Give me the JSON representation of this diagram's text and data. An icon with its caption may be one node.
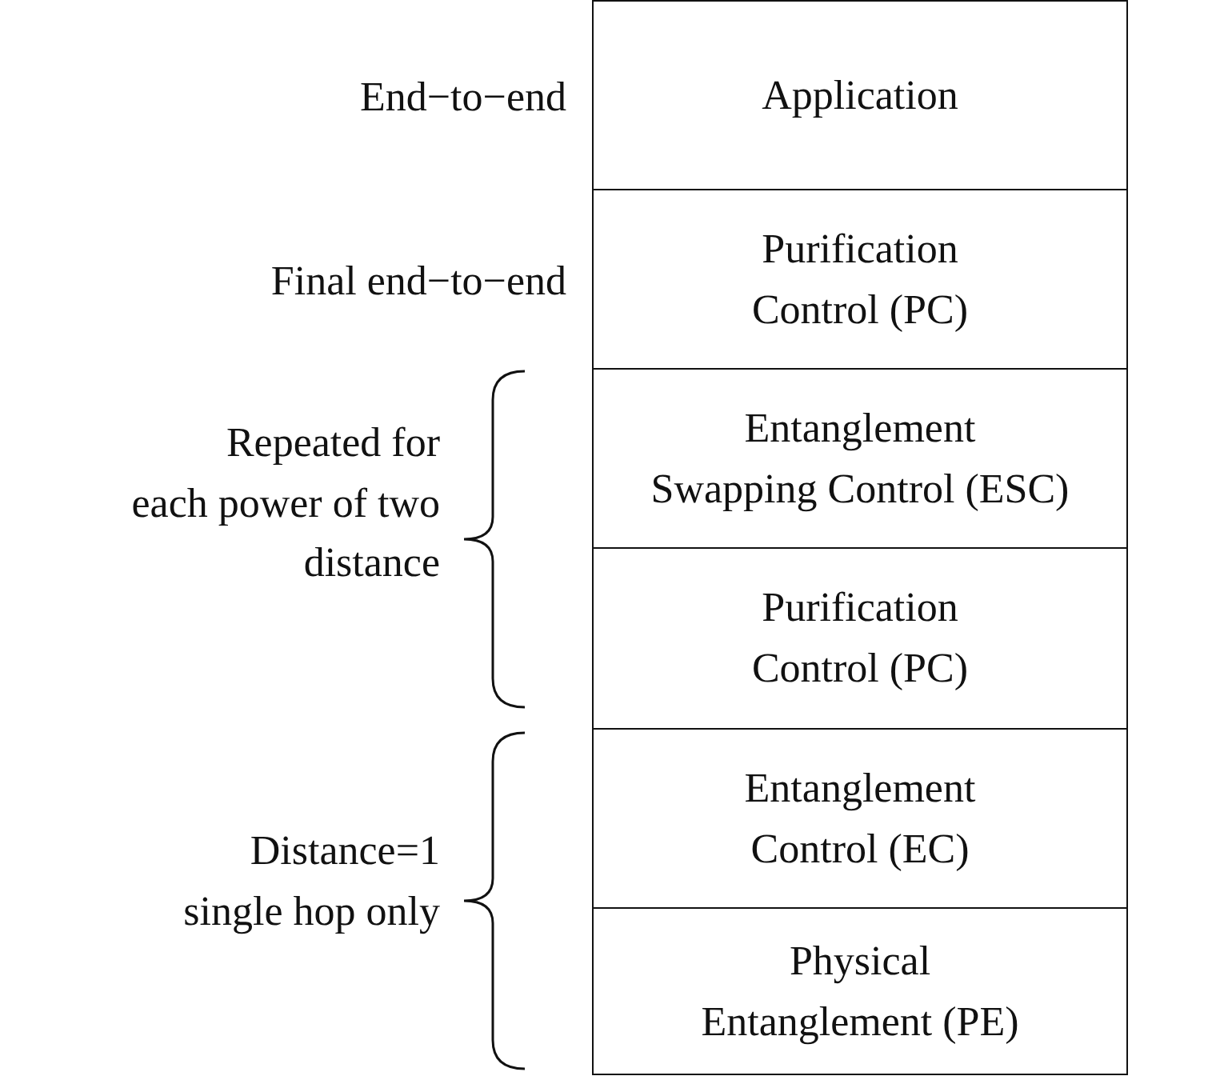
{
  "diagram": {
    "nodes": [
      {
        "text": [
          "Application"
        ],
        "beside": [
          "End−to−end"
        ]
      },
      {
        "text": [
          "Purification Control (PC)"
        ],
        "beside": [
          "Final end−to−end"
        ]
      },
      {
        "text": [
          "Entanglement Swapping Control (ESC)"
        ]
      },
      {
        "text": [
          "Purification Control (PC)"
        ]
      },
      {
        "text": [
          "Entanglement Control (EC)"
        ]
      },
      {
        "text": [
          "Physical Entanglement (PE)"
        ]
      }
    ],
    "labels": [
      "Repeated for each power of two distance",
      "Distance=1 single hop only"
    ]
  }
}
